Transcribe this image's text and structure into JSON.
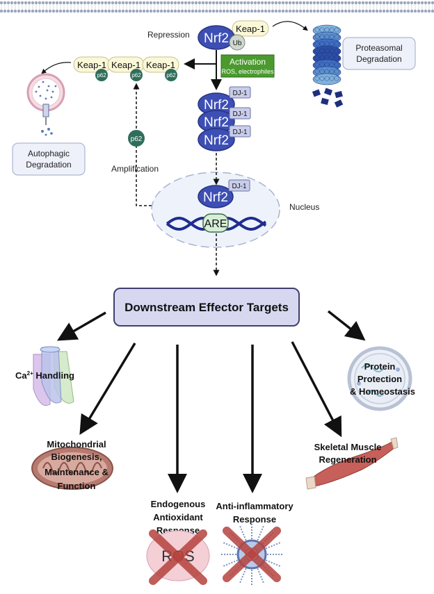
{
  "top": {
    "repression": "Repression",
    "nrf2": "Nrf2",
    "keap1": "Keap-1",
    "ub": "Ub",
    "proteasomal": [
      "Proteasomal",
      "Degradation"
    ],
    "activation": "Activation",
    "activation_sub": "ROS, electrophiles",
    "keap_chain": [
      "Keap-1",
      "Keap-1",
      "Keap-1"
    ],
    "p62": "p62",
    "dj1": "DJ-1",
    "autophagic": [
      "Autophagic",
      "Degradation"
    ],
    "amplification": "Amplification",
    "nucleus": "Nucleus",
    "are": "ARE"
  },
  "downstream": {
    "title": "Downstream Effector Targets"
  },
  "targets": {
    "ca_base": "Ca",
    "ca_sup": "2+",
    "ca_rest": " Handling",
    "protein": [
      "Protein",
      "Protection",
      "& Homeostasis"
    ],
    "mito": [
      "Mitochondrial",
      "Biogenesis,",
      "Maintenance &",
      "Function"
    ],
    "skeletal": [
      "Skeletal Muscle",
      "Regeneration"
    ],
    "antiox": [
      "Endogenous",
      "Antioxidant",
      "Response"
    ],
    "antiinf": [
      "Anti-inflammatory",
      "Response"
    ],
    "ros": "ROS"
  },
  "colors": {
    "nrf2": "#3d4fb4",
    "keap": "#fbf8d8",
    "green": "#4a9a2e",
    "p62": "#2f6e5b",
    "box": "#d7d8f0",
    "dna": "#1e2d8f"
  }
}
